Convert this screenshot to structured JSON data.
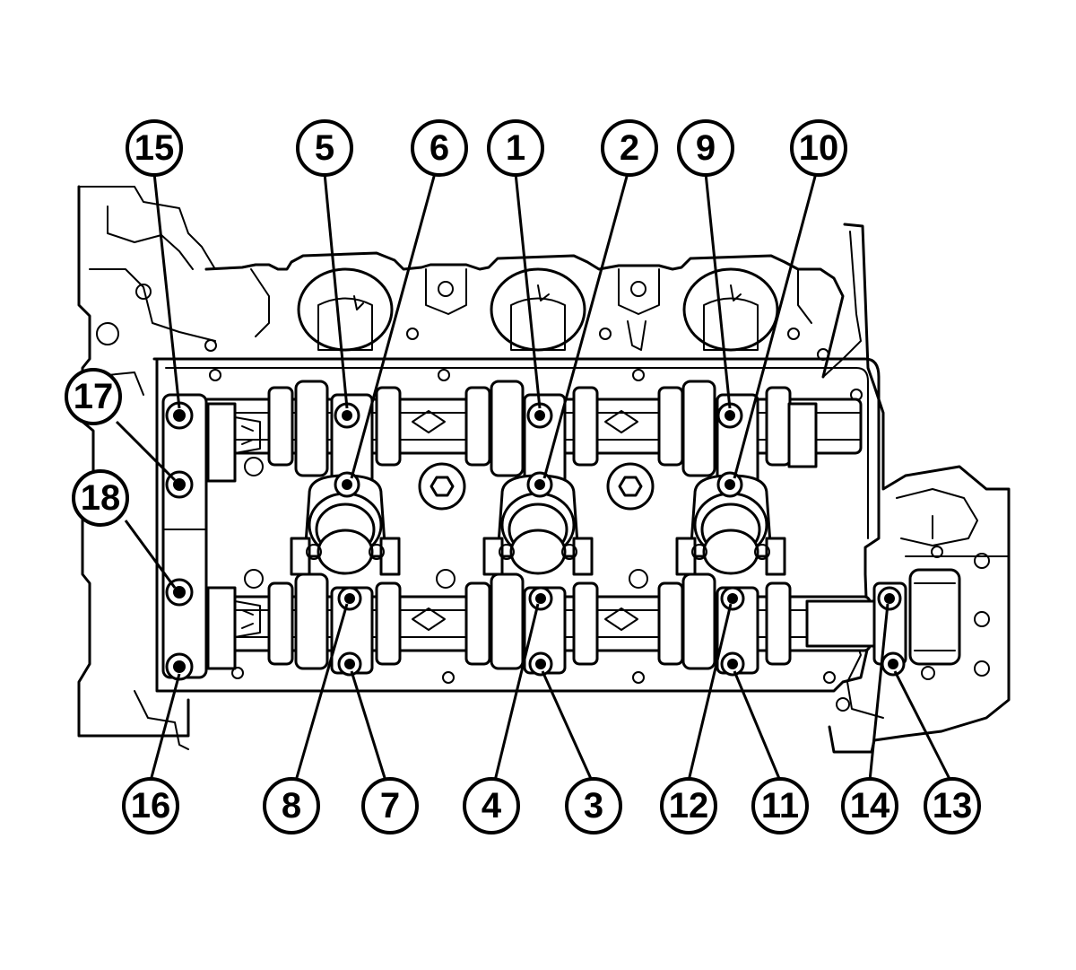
{
  "callouts": [
    {
      "id": "15",
      "label": "15"
    },
    {
      "id": "5",
      "label": "5"
    },
    {
      "id": "6",
      "label": "6"
    },
    {
      "id": "1",
      "label": "1"
    },
    {
      "id": "2",
      "label": "2"
    },
    {
      "id": "9",
      "label": "9"
    },
    {
      "id": "10",
      "label": "10"
    },
    {
      "id": "17",
      "label": "17"
    },
    {
      "id": "18",
      "label": "18"
    },
    {
      "id": "16",
      "label": "16"
    },
    {
      "id": "8",
      "label": "8"
    },
    {
      "id": "7",
      "label": "7"
    },
    {
      "id": "4",
      "label": "4"
    },
    {
      "id": "3",
      "label": "3"
    },
    {
      "id": "12",
      "label": "12"
    },
    {
      "id": "11",
      "label": "11"
    },
    {
      "id": "14",
      "label": "14"
    },
    {
      "id": "13",
      "label": "13"
    }
  ],
  "colors": {
    "line": "#000000",
    "background": "#ffffff"
  }
}
